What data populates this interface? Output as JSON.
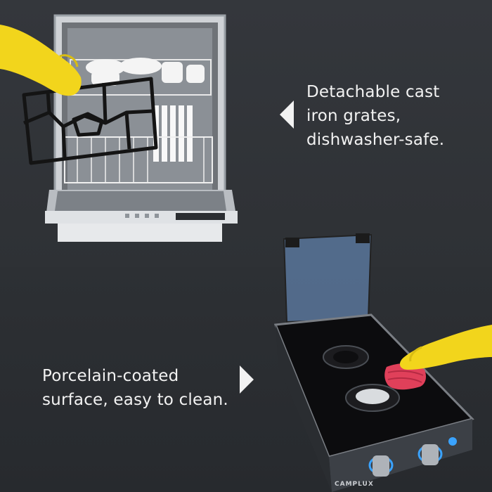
{
  "captions": {
    "grates": {
      "line1": "Detachable cast",
      "line2": "iron grates,",
      "line3": "dishwasher-safe."
    },
    "surface": {
      "line1": "Porcelain-coated",
      "line2": "surface, easy to clean."
    }
  },
  "brand": {
    "label": "CAMPLUX"
  },
  "icons": {
    "grates_arrow": "triangle-left-icon",
    "surface_arrow": "triangle-right-icon"
  },
  "colors": {
    "glove": "#f2d51c",
    "sponge": "#e0405a",
    "knob_ring": "#3aa3ff",
    "text": "#f2f2f2"
  }
}
